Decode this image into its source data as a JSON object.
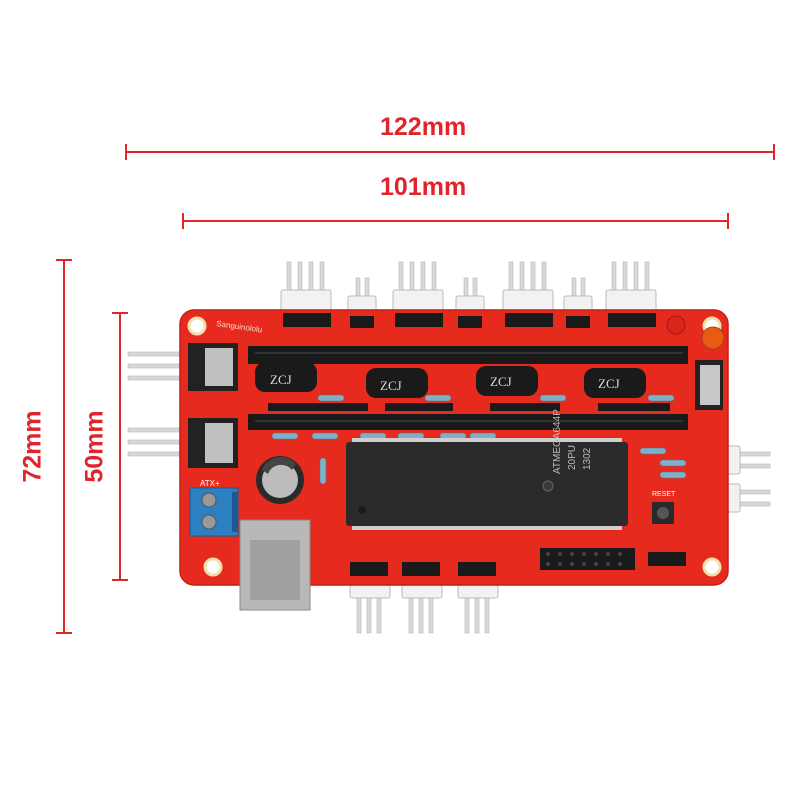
{
  "dimensions": {
    "width_outer": "122mm",
    "width_inner": "101mm",
    "height_outer": "72mm",
    "height_inner": "50mm"
  },
  "board": {
    "silkscreen_title": "Sanguinololu",
    "chip_line1": "ATMEGA644P",
    "chip_line2": "20PU",
    "chip_line3": "1302",
    "reset_label": "RESET",
    "power_label": "ATX+",
    "capacitor_label": "ZCJ"
  },
  "colors": {
    "dimension": "#e0242b",
    "board": "#e62a1e",
    "header": "#1a1a1a",
    "connector": "#f2f2f2"
  }
}
